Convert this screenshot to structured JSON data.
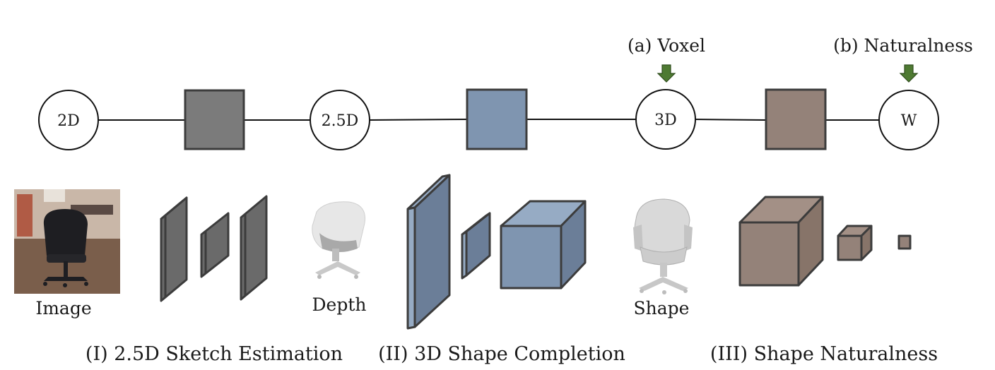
{
  "pipeline": {
    "nodes": [
      {
        "label": "2D"
      },
      {
        "label": "2.5D"
      },
      {
        "label": "3D"
      },
      {
        "label": "W"
      }
    ],
    "block_colors": {
      "sketch": "#7b7b7b",
      "completion": "#7f95b0",
      "naturalness": "#948279"
    }
  },
  "losses": {
    "voxel": "(a) Voxel",
    "naturalness": "(b) Naturalness",
    "arrow_color": "#4e7a32"
  },
  "illustrations": {
    "image_caption": "Image",
    "depth_caption": "Depth",
    "shape_caption": "Shape"
  },
  "stages": [
    {
      "label": "(I) 2.5D Sketch Estimation"
    },
    {
      "label": "(II) 3D Shape Completion"
    },
    {
      "label": "(III) Shape Naturalness"
    }
  ],
  "colors": {
    "outline": "#3c3c3c",
    "sketch_face": "#6a6a6a",
    "sketch_side": "#8c8c8c",
    "completion_face": "#6b7e98",
    "completion_side": "#96abc4",
    "naturalness_face": "#a39086",
    "naturalness_side": "#877469"
  }
}
